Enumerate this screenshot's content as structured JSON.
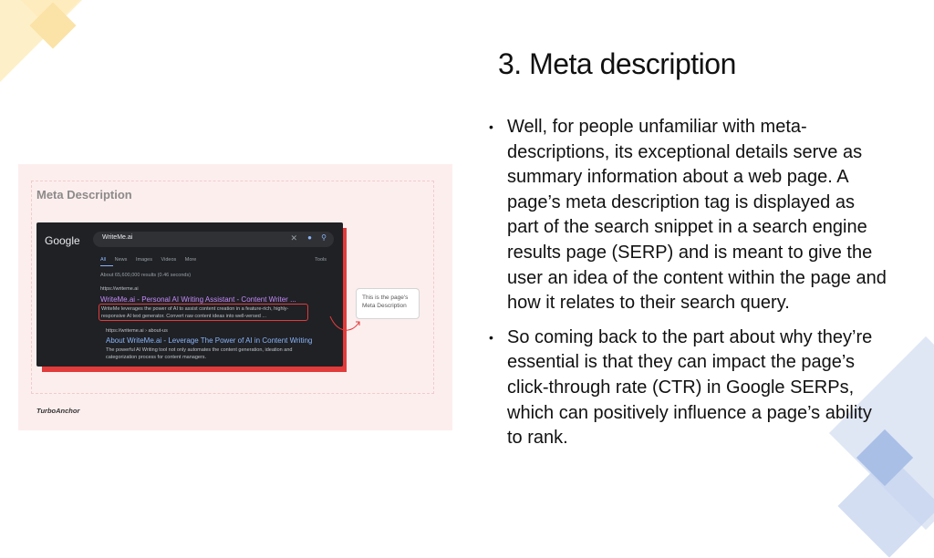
{
  "slide": {
    "title": "3. Meta description",
    "bullets": [
      "Well, for people unfamiliar with meta-descriptions, its exceptional details serve as summary information about a web page. A page’s meta description tag is displayed as part of the search snippet in a search engine results page (SERP) and is meant to give the user an idea of the content within the page and how it relates to their search query.",
      "So coming back to the part about why they’re essential is that they can impact the page’s click-through rate (CTR) in Google SERPs, which can positively influence a page’s ability to rank."
    ],
    "bullet_glyph": "•"
  },
  "image": {
    "heading": "Meta Description",
    "logo": "Google",
    "search_value": "WriteMe.ai",
    "tabs": [
      "All",
      "News",
      "Images",
      "Videos",
      "More"
    ],
    "tools": "Tools",
    "results_count": "About 65,600,000 results (0.46 seconds)",
    "result1": {
      "url": "https://writeme.ai",
      "title": "WriteMe.ai - Personal AI Writing Assistant - Content Writer ...",
      "description": "WriteMe leverages the power of AI to assist content creation in a feature-rich, highly-responsive AI text generator. Convert raw content ideas into well-versed ..."
    },
    "result2": {
      "url": "https://writeme.ai › about-us",
      "title": "About WriteMe.ai - Leverage The Power of AI in Content Writing",
      "description": "The powerful AI Writing tool not only automates the content generation, ideation and categorization process for content managers."
    },
    "callout": "This is the page's Meta Description",
    "brand": "TurboAnchor"
  },
  "colors": {
    "highlight_red": "#e13b3b",
    "serp_bg": "#1f2125",
    "panel_bg": "#fdeeee",
    "link_blue": "#8ab4f8",
    "visited_purple": "#c58af9"
  }
}
